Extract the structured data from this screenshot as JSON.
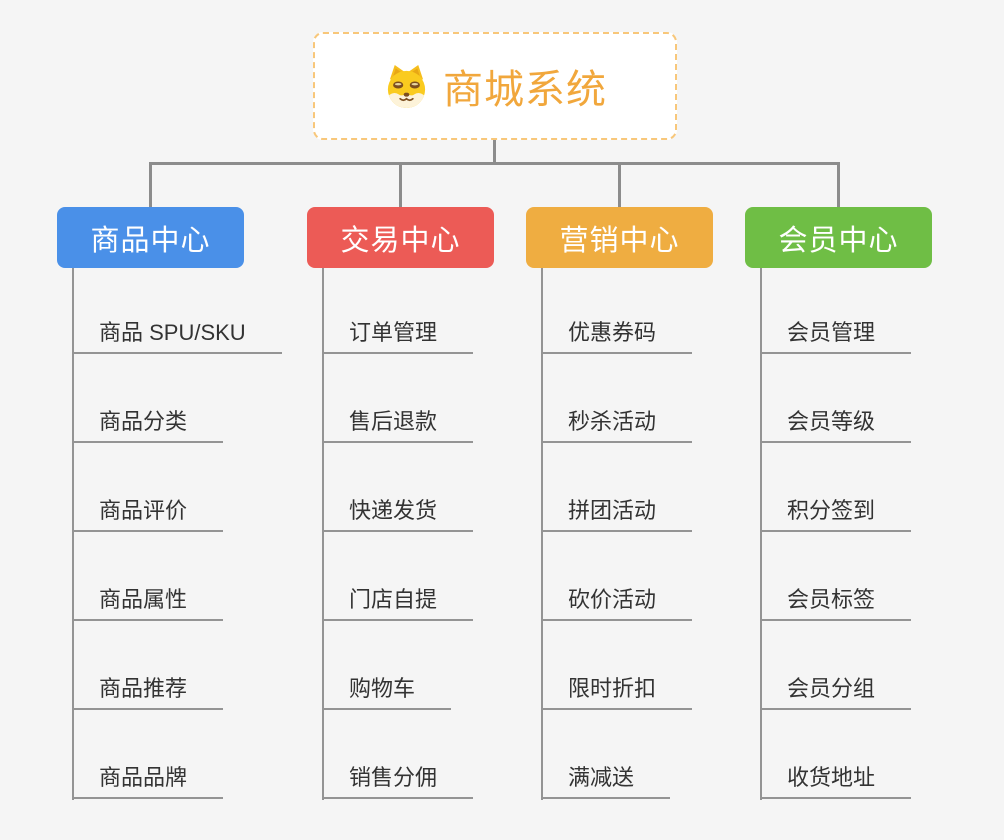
{
  "root": {
    "title": "商城系统",
    "icon": "dog-face-icon",
    "accent_color": "#F1A73C",
    "border_color": "#F8C77A"
  },
  "canvas": {
    "background_color": "#F5F5F5",
    "connector_color": "#8C8C8C"
  },
  "branches": [
    {
      "label": "商品中心",
      "color": "#4A90E8",
      "children": [
        "商品 SPU/SKU",
        "商品分类",
        "商品评价",
        "商品属性",
        "商品推荐",
        "商品品牌"
      ]
    },
    {
      "label": "交易中心",
      "color": "#EC5B56",
      "children": [
        "订单管理",
        "售后退款",
        "快递发货",
        "门店自提",
        "购物车",
        "销售分佣"
      ]
    },
    {
      "label": "营销中心",
      "color": "#EFAD41",
      "children": [
        "优惠券码",
        "秒杀活动",
        "拼团活动",
        "砍价活动",
        "限时折扣",
        "满减送"
      ]
    },
    {
      "label": "会员中心",
      "color": "#6FBE45",
      "children": [
        "会员管理",
        "会员等级",
        "积分签到",
        "会员标签",
        "会员分组",
        "收货地址"
      ]
    }
  ]
}
